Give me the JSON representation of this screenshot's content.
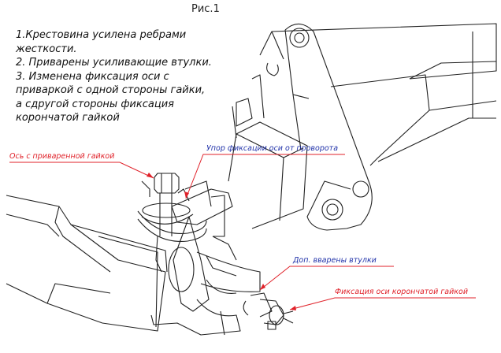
{
  "figure_title": "Рис.1",
  "notes": [
    "1.Крестовина усилена ребрами\nжесткости.",
    "2. Приварены усиливающие втулки.",
    "3. Изменена фиксация оси с\nприваркой с одной стороны гайки,\nа сдругой стороны фиксация\nкорончатой гайкой"
  ],
  "callouts": {
    "axle_welded_nut": "Ось с приваренной гайкой",
    "rotation_stop": "Упор фиксации оси от проворота",
    "extra_bushings": "Доп. вварены втулки",
    "castle_nut_fix": "Фиксация оси корончатой гайкой"
  },
  "colors": {
    "line": "#222222",
    "leader": "#e0222a",
    "text_red": "#e0222a",
    "text_blue": "#2233aa"
  }
}
